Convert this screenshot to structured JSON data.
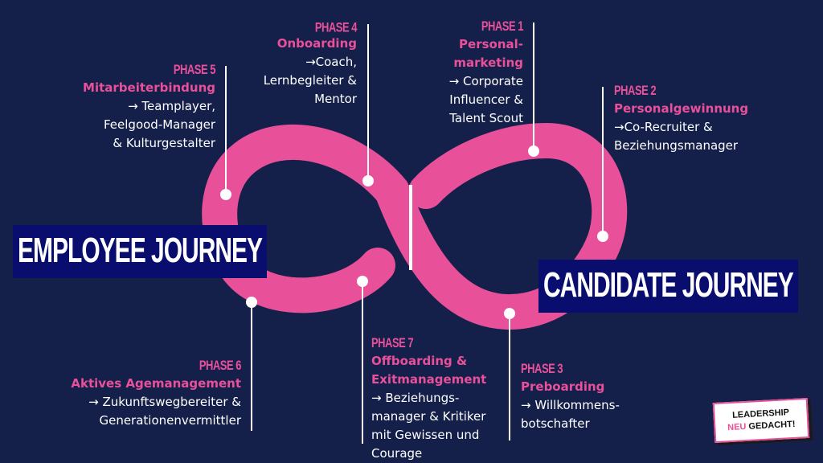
{
  "colors": {
    "background": "#15204a",
    "accent": "#e8509a",
    "label_box": "#090e6e",
    "text": "#ffffff"
  },
  "labels": {
    "employee": "EMPLOYEE JOURNEY",
    "candidate": "CANDIDATE JOURNEY"
  },
  "phases": [
    {
      "tag": "PHASE 1",
      "title": "Personal-\nmarketing",
      "desc": "→ Corporate\nInfluencer &\nTalent Scout"
    },
    {
      "tag": "PHASE 2",
      "title": "Personalgewinnung",
      "desc": "→Co-Recruiter &\nBeziehungsmanager"
    },
    {
      "tag": "PHASE 3",
      "title": "Preboarding",
      "desc": "→ Willkommens-\nbotschafter"
    },
    {
      "tag": "PHASE 4",
      "title": "Onboarding",
      "desc": "→Coach,\nLernbegleiter &\nMentor"
    },
    {
      "tag": "PHASE 5",
      "title": "Mitarbeiterbindung",
      "desc": "→ Teamplayer,\nFeelgood-Manager\n& Kulturgestalter"
    },
    {
      "tag": "PHASE 6",
      "title": "Aktives Agemanagement",
      "desc": "→ Zukunftswegbereiter &\nGenerationenvermittler"
    },
    {
      "tag": "PHASE 7",
      "title": "Offboarding &\nExitmanagement",
      "desc": "→ Beziehungs-\nmanager & Kritiker\nmit Gewissen und\nCourage"
    }
  ],
  "badge": {
    "line1": "LEADERSHIP",
    "line2a": "NEU",
    "line2b": "GEDACHT!"
  }
}
